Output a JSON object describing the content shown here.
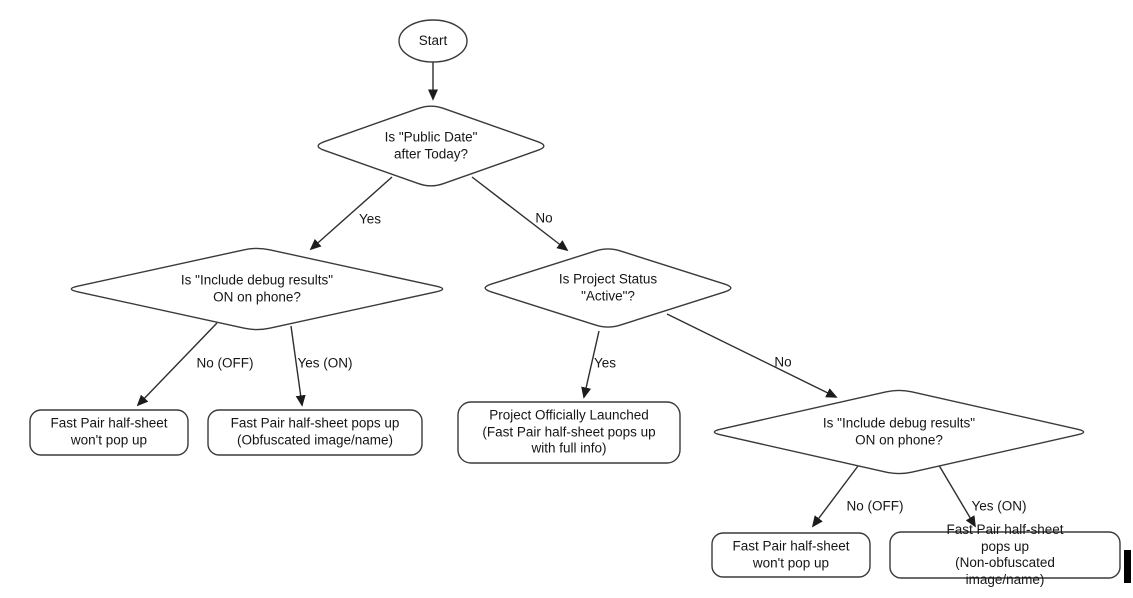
{
  "flowchart": {
    "start": {
      "label": "Start"
    },
    "decisions": {
      "public_date": {
        "label": "Is \"Public Date\"\nafter Today?"
      },
      "debug_left": {
        "label": "Is \"Include debug results\"\nON on phone?"
      },
      "project_status": {
        "label": "Is Project Status\n\"Active\"?"
      },
      "debug_right": {
        "label": "Is \"Include debug results\"\nON on phone?"
      }
    },
    "outcomes": {
      "no_popup_left": {
        "label": "Fast Pair half-sheet\nwon't pop up"
      },
      "obfuscated": {
        "label": "Fast Pair half-sheet pops up\n(Obfuscated image/name)"
      },
      "launched": {
        "label": "Project Officially Launched\n(Fast Pair half-sheet pops up\nwith full info)"
      },
      "no_popup_right": {
        "label": "Fast Pair half-sheet\nwon't pop up"
      },
      "non_obfuscated": {
        "label": "Fast Pair half-sheet pops up\n(Non-obfuscated image/name)"
      }
    },
    "edge_labels": {
      "yes_top_left": "Yes",
      "no_top_right": "No",
      "no_off_left": "No (OFF)",
      "yes_on_left": "Yes (ON)",
      "yes_mid": "Yes",
      "no_far_right": "No",
      "no_off_right": "No (OFF)",
      "yes_on_right": "Yes (ON)"
    },
    "colors": {
      "stroke": "#3a3a3a",
      "text": "#161616",
      "background": "#ffffff"
    }
  }
}
